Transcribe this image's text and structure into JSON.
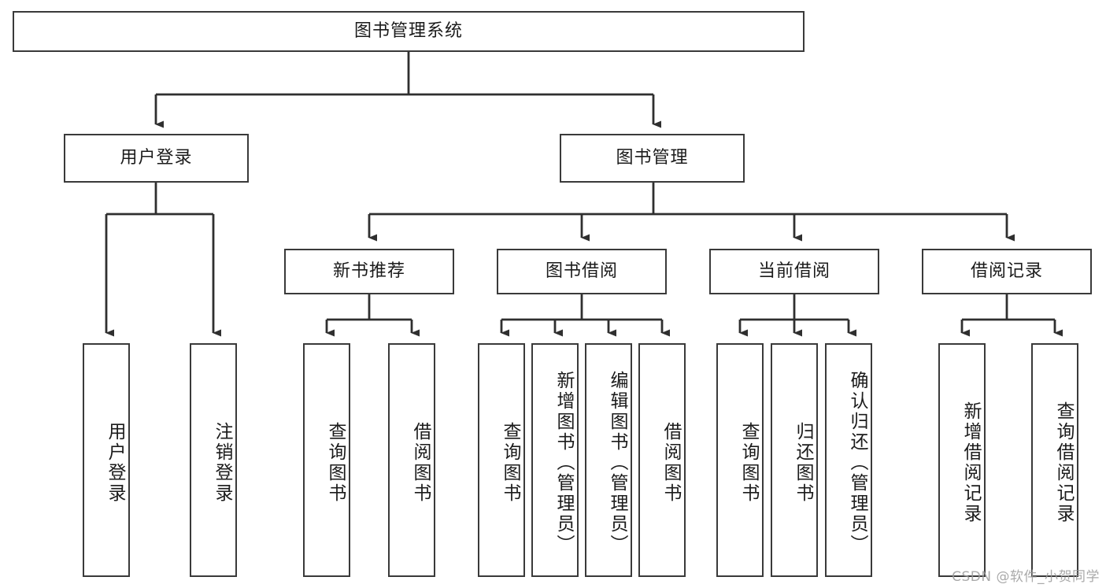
{
  "diagram": {
    "title": "图书管理系统",
    "type": "functional-structure-tree",
    "watermark": "CSDN @软件_小贺同学",
    "colors": {
      "box_border": "#3a3a3a",
      "box_fill": "#ffffff",
      "connector": "#2f2f2f",
      "text": "#1b1b1b",
      "watermark": "#9b9b9b",
      "background": "#ffffff"
    }
  },
  "nodes": {
    "root": {
      "label": "图书管理系统"
    },
    "level2": [
      {
        "id": "user-login",
        "label": "用户登录"
      },
      {
        "id": "book-manage",
        "label": "图书管理"
      }
    ],
    "level3": [
      {
        "id": "new-book-recommend",
        "label": "新书推荐"
      },
      {
        "id": "book-borrow",
        "label": "图书借阅"
      },
      {
        "id": "current-borrow",
        "label": "当前借阅"
      },
      {
        "id": "borrow-record",
        "label": "借阅记录"
      }
    ],
    "leaves": [
      {
        "id": "leaf-user-login",
        "label": "用户登录",
        "parent": "user-login"
      },
      {
        "id": "leaf-logout-login",
        "label": "注销登录",
        "parent": "user-login"
      },
      {
        "id": "leaf-query-book-1",
        "label": "查询图书",
        "parent": "new-book-recommend"
      },
      {
        "id": "leaf-borrow-book-1",
        "label": "借阅图书",
        "parent": "new-book-recommend"
      },
      {
        "id": "leaf-query-book-2",
        "label": "查询图书",
        "parent": "book-borrow"
      },
      {
        "id": "leaf-add-book",
        "label": "新增图书（管理员）",
        "parent": "book-borrow"
      },
      {
        "id": "leaf-edit-book",
        "label": "编辑图书（管理员）",
        "parent": "book-borrow"
      },
      {
        "id": "leaf-borrow-book-2",
        "label": "借阅图书",
        "parent": "book-borrow"
      },
      {
        "id": "leaf-query-book-3",
        "label": "查询图书",
        "parent": "current-borrow"
      },
      {
        "id": "leaf-return-book",
        "label": "归还图书",
        "parent": "current-borrow"
      },
      {
        "id": "leaf-confirm-return",
        "label": "确认归还（管理员）",
        "parent": "current-borrow"
      },
      {
        "id": "leaf-add-record",
        "label": "新增借阅记录",
        "parent": "borrow-record"
      },
      {
        "id": "leaf-query-record",
        "label": "查询借阅记录",
        "parent": "borrow-record"
      }
    ]
  }
}
